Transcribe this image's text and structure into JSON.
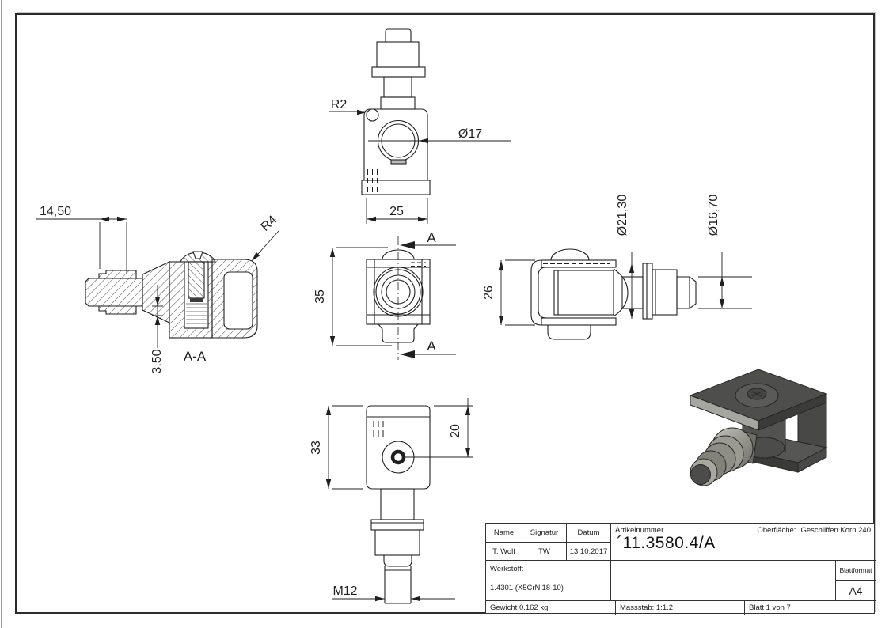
{
  "drawing": {
    "dimensions": {
      "section_width": "14,50",
      "section_offset": "3,50",
      "section_radius": "R4",
      "section_label": "A-A",
      "top_radius": "R2",
      "top_hole_dia": "Ø17",
      "top_width": "25",
      "front_height": "35",
      "cut_marker": "A",
      "side_height": "26",
      "side_dia_outer": "Ø21,30",
      "side_dia_inner": "Ø16,70",
      "bottom_height": "33",
      "bottom_hole_offset": "20",
      "thread": "M12"
    },
    "title_block": {
      "name_label": "Name",
      "signatur_label": "Signatur",
      "datum_label": "Datum",
      "name_value": "T. Wolf",
      "signatur_value": "TW",
      "datum_value": "13.10.2017",
      "artikelnummer_label": "Artikelnummer",
      "artikelnummer_value": "´11.3580.4/A",
      "oberflaeche_label": "Oberfläche:",
      "oberflaeche_value": "Geschliffen Korn 240",
      "werkstoff_label": "Werkstoff:",
      "werkstoff_value": "1.4301 (X5CrNi18-10)",
      "blattformat_label": "Blattformat",
      "blattformat_value": "A4",
      "gewicht_value": "Gewicht 0.162 kg",
      "massstab_value": "Massstab: 1:1.2",
      "blatt_value": "Blatt 1 von 7"
    },
    "colors": {
      "line": "#1f1f1f",
      "render_body": "#4e4e4c",
      "render_metal": "#a7a7a0"
    }
  }
}
